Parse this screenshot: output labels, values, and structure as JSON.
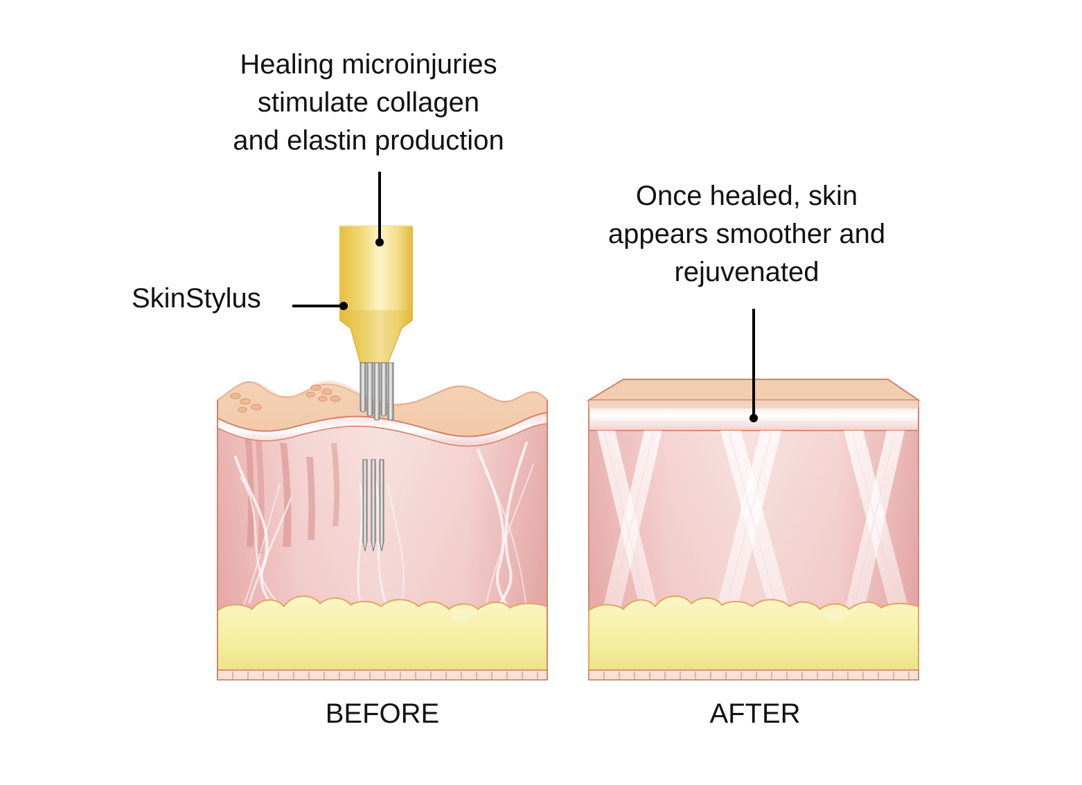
{
  "annotations": {
    "healing": [
      "Healing microinjuries",
      "stimulate collagen",
      "and elastin production"
    ],
    "healed": [
      "Once healed, skin",
      "appears smoother and",
      "rejuvenated"
    ],
    "stylus": "SkinStylus"
  },
  "panels": {
    "before": "BEFORE",
    "after": "AFTER"
  },
  "colors": {
    "dermis": "#eab0ad",
    "dermis_light": "#f4d4d2",
    "epidermis": "#f2cfb0",
    "skin_outline": "#d2826b",
    "fat": "#f5f2a8",
    "fat_outline": "#e8a35b",
    "fibers": "#fbeeee",
    "stylus_gold": "#e8c452",
    "stylus_light": "#fbf0b8",
    "needle": "#9a9a9a",
    "leader": "#000000"
  }
}
